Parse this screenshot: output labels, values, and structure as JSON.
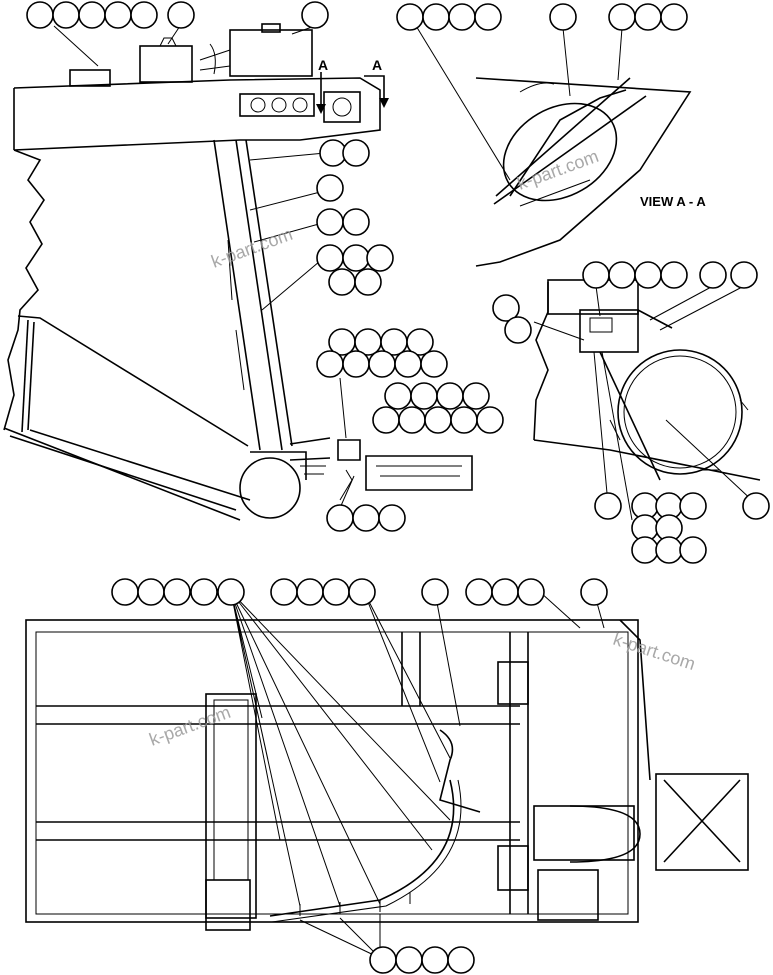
{
  "labels": {
    "view_title": "VIEW A - A",
    "section_mark_left": "A",
    "section_mark_right": "A"
  },
  "watermarks": [
    "k-part.com",
    "k-part.com",
    "k-part.com",
    "k-part.com"
  ],
  "colors": {
    "line": "#000000",
    "background": "#ffffff",
    "watermark": "#9a9a9a"
  }
}
